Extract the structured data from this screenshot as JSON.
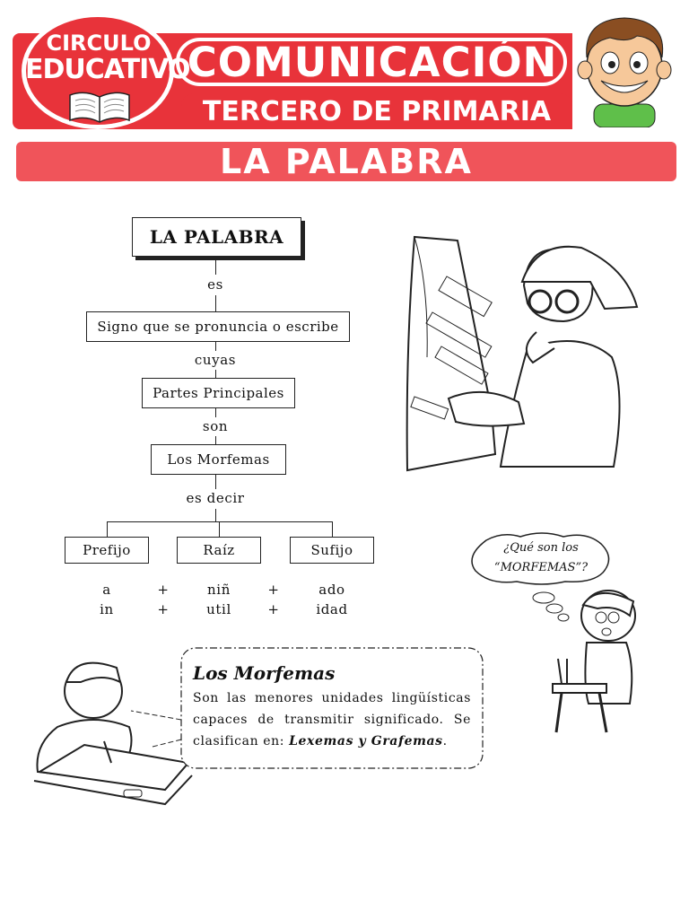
{
  "header": {
    "logo_line1": "CIRCULO",
    "logo_line2": "EDUCATIVO",
    "subject": "COMUNICACIÓN",
    "grade": "TERCERO DE PRIMARIA"
  },
  "banner": {
    "title": "LA PALABRA"
  },
  "diagram": {
    "root": "LA PALABRA",
    "conn1": "es",
    "node1": "Signo que se pronuncia o escribe",
    "conn2": "cuyas",
    "node2": "Partes Principales",
    "conn3": "son",
    "node3": "Los Morfemas",
    "conn4": "es decir",
    "leaves": [
      "Prefijo",
      "Raíz",
      "Sufijo"
    ],
    "examples": [
      {
        "prefix": "a",
        "root": "niñ",
        "suffix": "ado"
      },
      {
        "prefix": "in",
        "root": "util",
        "suffix": "idad"
      }
    ],
    "plus": "+"
  },
  "definition": {
    "title": "Los Morfemas",
    "text_before": "Son las menores unidades lingüísticas capaces de transmitir significado. Se clasifican en: ",
    "text_emph": "Lexemas y Grafemas",
    "text_after": "."
  },
  "bubble": {
    "line1": "¿Qué son los",
    "line2": "“MORFEMAS”?"
  },
  "colors": {
    "brand_red": "#e8333a",
    "banner_red": "#f0545a"
  }
}
